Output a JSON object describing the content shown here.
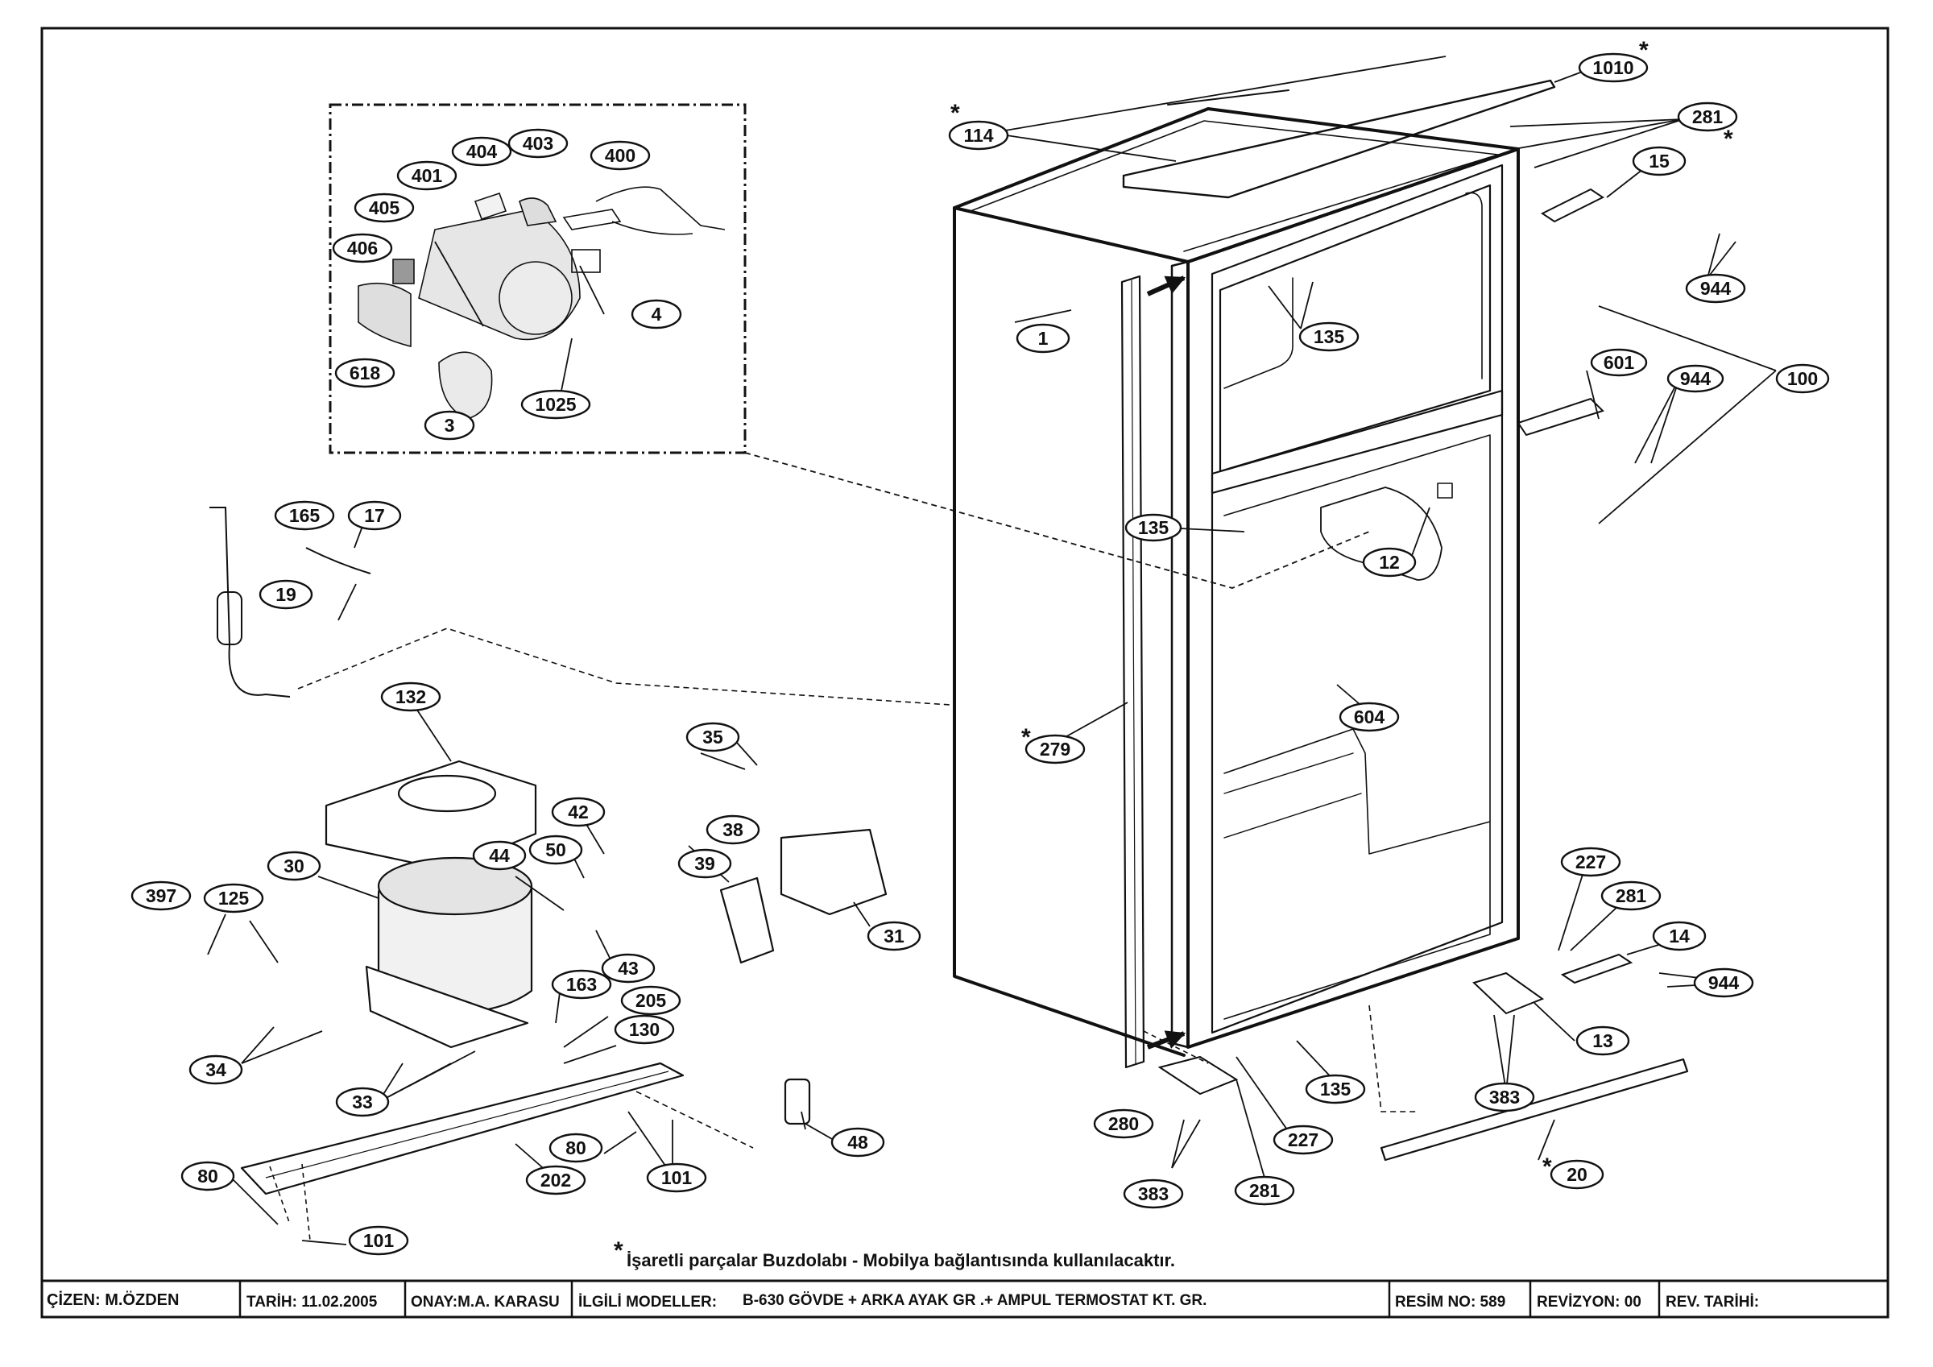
{
  "diagram": {
    "callouts": [
      {
        "id": "c1",
        "text": "1"
      },
      {
        "id": "c3",
        "text": "3"
      },
      {
        "id": "c4",
        "text": "4"
      },
      {
        "id": "c12",
        "text": "12"
      },
      {
        "id": "c13",
        "text": "13"
      },
      {
        "id": "c14",
        "text": "14"
      },
      {
        "id": "c15",
        "text": "15"
      },
      {
        "id": "c17",
        "text": "17"
      },
      {
        "id": "c19",
        "text": "19"
      },
      {
        "id": "c20",
        "text": "20"
      },
      {
        "id": "c30",
        "text": "30"
      },
      {
        "id": "c31",
        "text": "31"
      },
      {
        "id": "c33",
        "text": "33"
      },
      {
        "id": "c34",
        "text": "34"
      },
      {
        "id": "c35",
        "text": "35"
      },
      {
        "id": "c38",
        "text": "38"
      },
      {
        "id": "c39",
        "text": "39"
      },
      {
        "id": "c42",
        "text": "42"
      },
      {
        "id": "c43",
        "text": "43"
      },
      {
        "id": "c44",
        "text": "44"
      },
      {
        "id": "c48",
        "text": "48"
      },
      {
        "id": "c50",
        "text": "50"
      },
      {
        "id": "c80a",
        "text": "80"
      },
      {
        "id": "c80b",
        "text": "80"
      },
      {
        "id": "c100",
        "text": "100"
      },
      {
        "id": "c101a",
        "text": "101"
      },
      {
        "id": "c101b",
        "text": "101"
      },
      {
        "id": "c114",
        "text": "114"
      },
      {
        "id": "c125",
        "text": "125"
      },
      {
        "id": "c130",
        "text": "130"
      },
      {
        "id": "c132",
        "text": "132"
      },
      {
        "id": "c135a",
        "text": "135"
      },
      {
        "id": "c135b",
        "text": "135"
      },
      {
        "id": "c135c",
        "text": "135"
      },
      {
        "id": "c163",
        "text": "163"
      },
      {
        "id": "c165",
        "text": "165"
      },
      {
        "id": "c202",
        "text": "202"
      },
      {
        "id": "c205",
        "text": "205"
      },
      {
        "id": "c227a",
        "text": "227"
      },
      {
        "id": "c227b",
        "text": "227"
      },
      {
        "id": "c279",
        "text": "279"
      },
      {
        "id": "c280",
        "text": "280"
      },
      {
        "id": "c281a",
        "text": "281"
      },
      {
        "id": "c281b",
        "text": "281"
      },
      {
        "id": "c281c",
        "text": "281"
      },
      {
        "id": "c383a",
        "text": "383"
      },
      {
        "id": "c383b",
        "text": "383"
      },
      {
        "id": "c397",
        "text": "397"
      },
      {
        "id": "c400",
        "text": "400"
      },
      {
        "id": "c401",
        "text": "401"
      },
      {
        "id": "c403",
        "text": "403"
      },
      {
        "id": "c404",
        "text": "404"
      },
      {
        "id": "c405",
        "text": "405"
      },
      {
        "id": "c406",
        "text": "406"
      },
      {
        "id": "c601",
        "text": "601"
      },
      {
        "id": "c604",
        "text": "604"
      },
      {
        "id": "c618",
        "text": "618"
      },
      {
        "id": "c944a",
        "text": "944"
      },
      {
        "id": "c944b",
        "text": "944"
      },
      {
        "id": "c944c",
        "text": "944"
      },
      {
        "id": "c1010",
        "text": "1010"
      },
      {
        "id": "c1025",
        "text": "1025"
      }
    ],
    "asterisk": "*",
    "footnote": "İşaretli parçalar Buzdolabı - Mobilya bağlantısında kullanılacaktır."
  },
  "title_block": {
    "drawn_by": "ÇİZEN: M.ÖZDEN",
    "date": "TARİH: 11.02.2005",
    "approved_by": "ONAY:M.A. KARASU",
    "models_label": "İLGİLİ MODELLER:",
    "models_value": "B-630 GÖVDE + ARKA AYAK GR .+ AMPUL TERMOSTAT KT. GR.",
    "drawing_no": "RESİM NO: 589",
    "revision": "REVİZYON: 00",
    "rev_date": "REV. TARİHİ:"
  }
}
